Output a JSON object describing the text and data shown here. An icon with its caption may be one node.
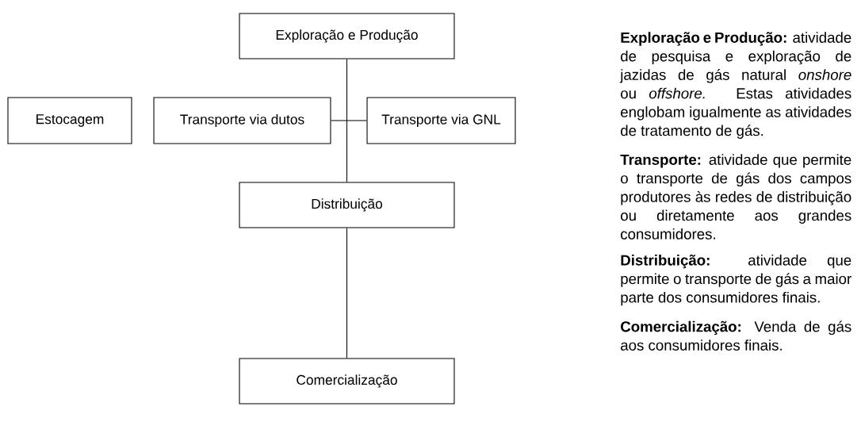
{
  "diagram": {
    "nodes": [
      {
        "text": [
          "Exploração e Produção"
        ]
      },
      {
        "text": [
          "Estocagem"
        ]
      },
      {
        "text": [
          "Transporte via dutos"
        ]
      },
      {
        "text": [
          "Transporte via GNL"
        ]
      },
      {
        "text": [
          "Distribuição"
        ]
      },
      {
        "text": [
          "Comercialização"
        ]
      }
    ],
    "edges": [
      {
        "from": 0,
        "to": 4,
        "arrow": "none"
      },
      {
        "from": 2,
        "to": 3,
        "arrow": "none"
      },
      {
        "from": 4,
        "to": 5,
        "arrow": "none"
      }
    ],
    "labels": [
      "**Exploração e Produção:** atividade de pesquisa e exploração de jazidas de gás natural *onshore* ou *offshore.* Estas atividades englobam igualmente as atividades de tratamento de gás.",
      "**Transporte:** atividade que permite o transporte de gás dos campos produtores às redes de distribuição ou diretamente aos grandes consumidores.",
      "**Distribuição:** atividade que permite o transporte de gás a maior parte dos consumidores finais.",
      "**Comercialização:** Venda de gás aos consumidores finais."
    ]
  }
}
